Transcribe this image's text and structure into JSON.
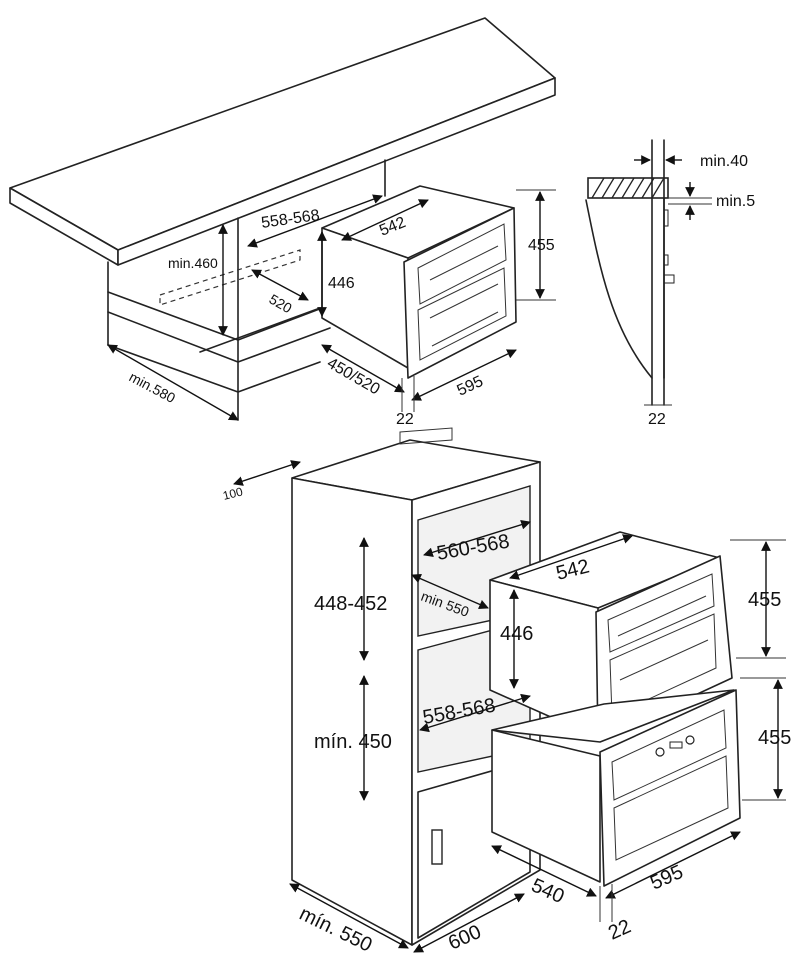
{
  "top_diagram": {
    "min460": "min.460",
    "d558_568": "558-568",
    "d520": "520",
    "min580": "min.580",
    "d542": "542",
    "d446": "446",
    "d455": "455",
    "d450_520": "450/520",
    "d595": "595",
    "d22": "22"
  },
  "side_detail": {
    "min40": "min.40",
    "min5": "min.5",
    "d22": "22"
  },
  "bottom_diagram": {
    "d100": "100",
    "d560_568": "560-568",
    "d448_452": "448-452",
    "min550_inner": "min 550",
    "d542": "542",
    "d446": "446",
    "d455_top": "455",
    "d558_568": "558-568",
    "min450": "mín. 450",
    "d455_bottom": "455",
    "d540": "540",
    "d595": "595",
    "d22": "22",
    "min550": "mín. 550",
    "d600": "600"
  }
}
